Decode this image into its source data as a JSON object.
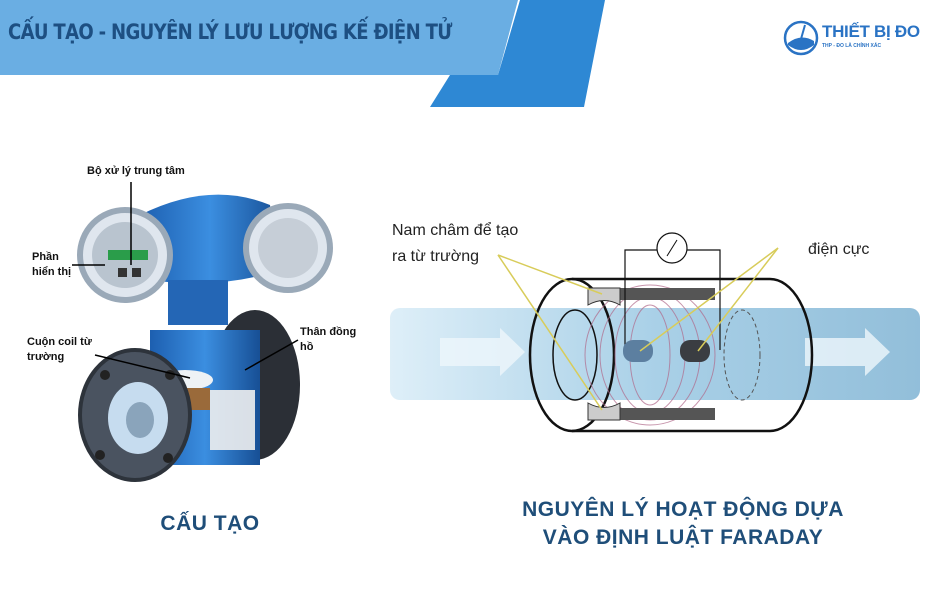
{
  "header": {
    "title": "CẤU TẠO - NGUYÊN LÝ LƯU LƯỢNG KẾ ĐIỆN TỬ",
    "colors": {
      "band_light": "#6aaee3",
      "band_dark": "#2e88d4",
      "title": "#1d4f82"
    }
  },
  "logo": {
    "name": "THIẾT BỊ ĐO",
    "tagline": "THP - ĐO LÀ CHÍNH XÁC",
    "icon": "gauge-icon"
  },
  "left_panel": {
    "labels": {
      "cpu": "Bộ xử lý trung tâm",
      "display": [
        "Phần",
        "hiển thị"
      ],
      "coil": [
        "Cuộn coil từ",
        "trường"
      ],
      "body": [
        "Thân đồng",
        "hồ"
      ]
    },
    "caption": "CẤU TẠO"
  },
  "right_panel": {
    "labels": {
      "magnet": [
        "Nam châm để tạo",
        "ra từ trường"
      ],
      "electrode": "điện cực"
    },
    "caption": [
      "NGUYÊN LÝ HOẠT ĐỘNG DỰA",
      "VÀO ĐỊNH LUẬT FARADAY"
    ]
  }
}
